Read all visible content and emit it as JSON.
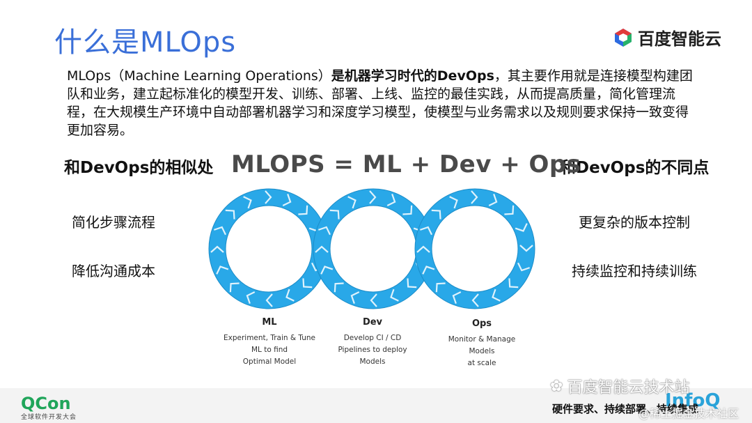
{
  "slide": {
    "title": "什么是MLOps",
    "brand": "百度智能云",
    "intro_parts": [
      {
        "text": "MLOps（Machine Learning Operations）",
        "bold": false
      },
      {
        "text": "是机器学习时代的DevOps",
        "bold": true
      },
      {
        "text": "，其主要作用就是连接模型构建团队和业务，建立起标准化的模型开发、训练、部署、上线、监控的最佳实践，从而提高质量，简化管理流程，在大规模生产环境中自动部署机器学习和深度学习模型，使模型与业务需求以及规则要求保持一致变得更加容易。",
        "bold": false
      }
    ]
  },
  "similarities": {
    "heading": "和DevOps的相似处",
    "items": [
      "简化步骤流程",
      "降低沟通成本"
    ]
  },
  "differences": {
    "heading": "和DevOps的不同点",
    "items": [
      "更复杂的版本控制",
      "持续监控和持续训练"
    ]
  },
  "diagram": {
    "title": "MLOPS = ML + Dev + Ops",
    "ring_color": "#29a8e8",
    "rings": [
      {
        "name": "ML",
        "lines": [
          "Experiment, Train & Tune",
          "ML to find",
          "Optimal Model"
        ]
      },
      {
        "name": "Dev",
        "lines": [
          "Develop CI / CD",
          "Pipelines to deploy",
          "Models"
        ]
      },
      {
        "name": "Ops",
        "lines": [
          "Monitor & Manage",
          "Models",
          "at scale"
        ]
      }
    ]
  },
  "footer": {
    "qcon_logo": "QCon",
    "qcon_sub": "全球软件开发大会",
    "watermark": "百度智能云技术站",
    "infoq": "InfoQ",
    "right_text": "硬件要求、持续部署、持续集成",
    "watermark2": "@稀土掘金技术社区"
  }
}
